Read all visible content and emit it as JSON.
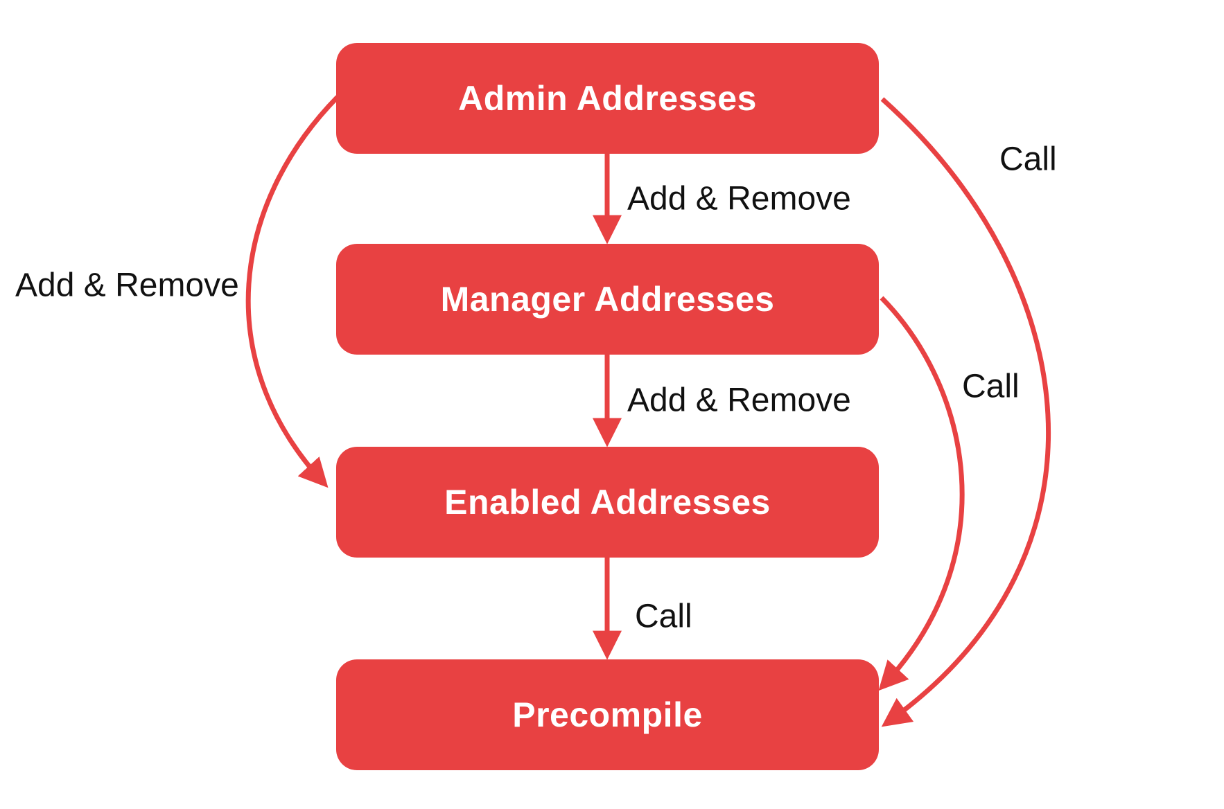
{
  "diagram": {
    "background_color": "#FFFFFF",
    "accent_color": "#E84142",
    "node_text_color": "#FFFFFF",
    "label_text_color": "#111111",
    "nodes": [
      {
        "id": "admin",
        "label": "Admin Addresses"
      },
      {
        "id": "manager",
        "label": "Manager Addresses"
      },
      {
        "id": "enabled",
        "label": "Enabled Addresses"
      },
      {
        "id": "precompile",
        "label": "Precompile"
      }
    ],
    "edges": [
      {
        "from": "admin",
        "to": "manager",
        "label": "Add & Remove",
        "shape": "straight-down"
      },
      {
        "from": "manager",
        "to": "enabled",
        "label": "Add & Remove",
        "shape": "straight-down"
      },
      {
        "from": "enabled",
        "to": "precompile",
        "label": "Call",
        "shape": "straight-down"
      },
      {
        "from": "admin",
        "to": "enabled",
        "label": "Add & Remove",
        "shape": "curve-left"
      },
      {
        "from": "manager",
        "to": "precompile",
        "label": "Call",
        "shape": "curve-right-inner"
      },
      {
        "from": "admin",
        "to": "precompile",
        "label": "Call",
        "shape": "curve-right-outer"
      }
    ]
  }
}
